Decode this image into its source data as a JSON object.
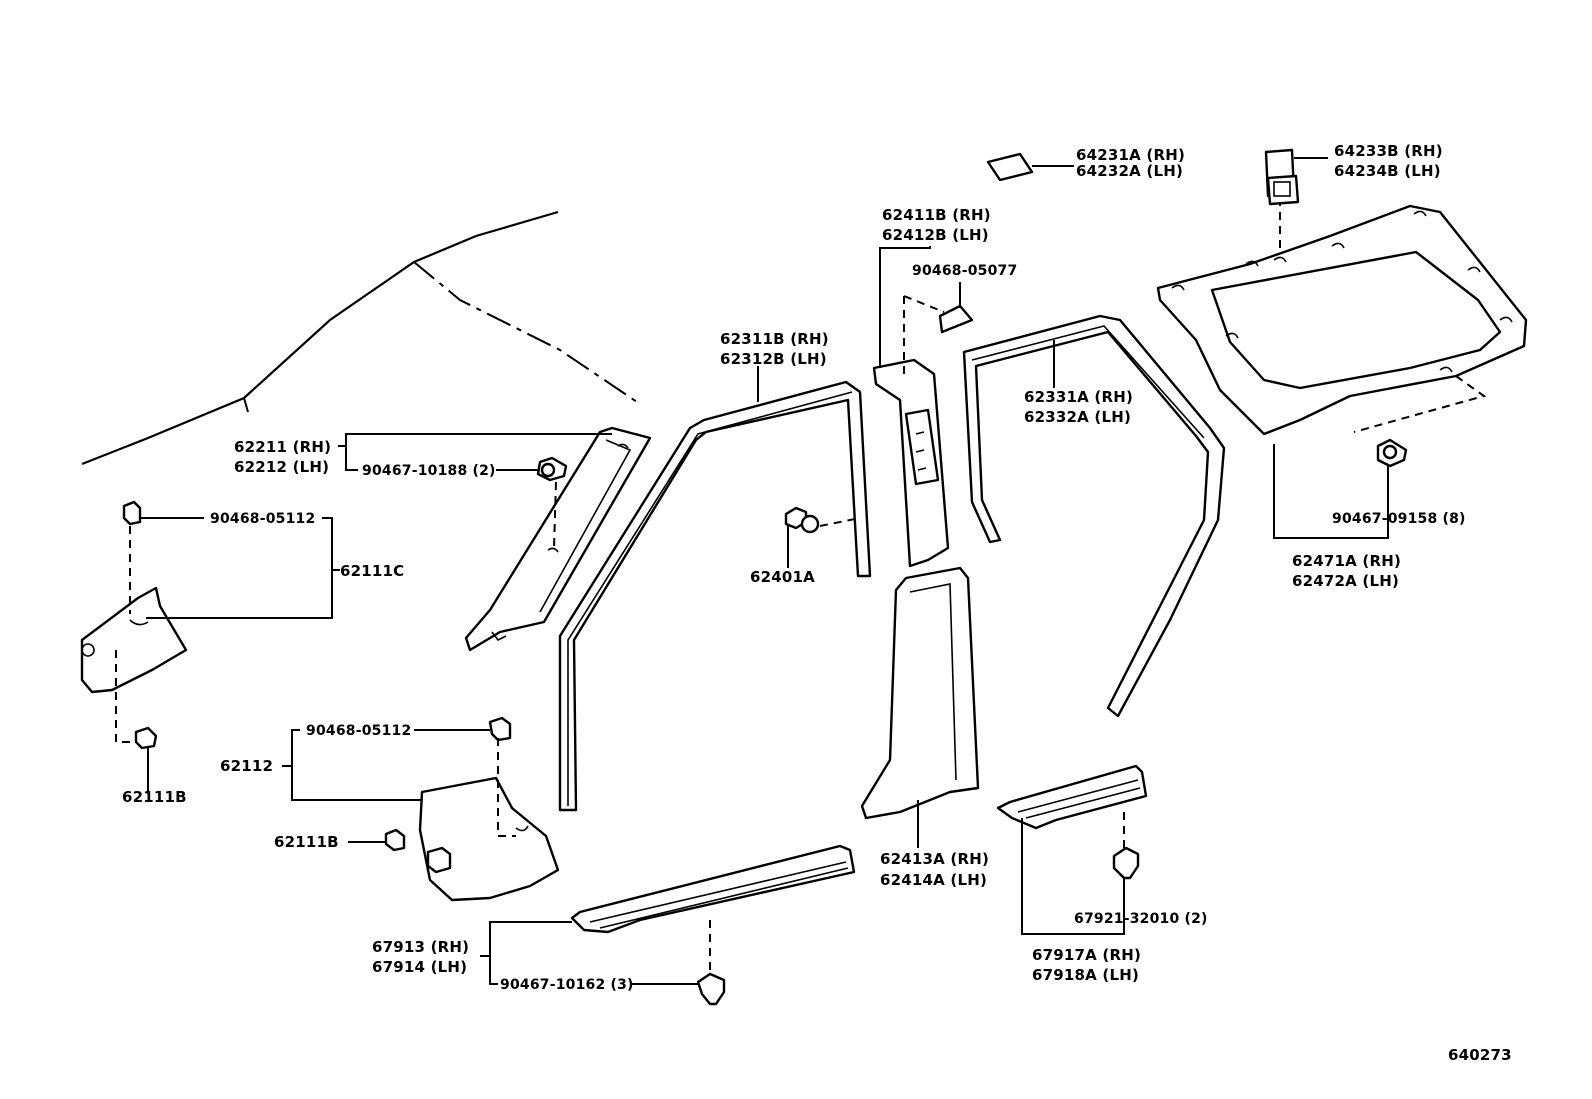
{
  "diagram": {
    "labels": {
      "p62211": "62211 (RH)",
      "p62212": "62212 (LH)",
      "p90467_10188": "90467-10188 (2)",
      "p90468_05112_a": "90468-05112",
      "p62111C": "62111C",
      "p62111B_a": "62111B",
      "p90468_05112_b": "90468-05112",
      "p62112": "62112",
      "p62111B_b": "62111B",
      "p62311B": "62311B (RH)",
      "p62312B": "62312B (LH)",
      "p62401A": "62401A",
      "p62411B": "62411B (RH)",
      "p62412B": "62412B (LH)",
      "p90468_05077": "90468-05077",
      "p62331A": "62331A (RH)",
      "p62332A": "62332A (LH)",
      "p64231A": "64231A (RH)",
      "p64232A": "64232A (LH)",
      "p64233B": "64233B (RH)",
      "p64234B": "64234B (LH)",
      "p90467_09158": "90467-09158 (8)",
      "p62471A": "62471A (RH)",
      "p62472A": "62472A (LH)",
      "p62413A": "62413A (RH)",
      "p62414A": "62414A (LH)",
      "p67913": "67913 (RH)",
      "p67914": "67914 (LH)",
      "p90467_10162": "90467-10162 (3)",
      "p67921_32010": "67921-32010 (2)",
      "p67917A": "67917A (RH)",
      "p67918A": "67918A (LH)",
      "ref": "640273"
    }
  }
}
